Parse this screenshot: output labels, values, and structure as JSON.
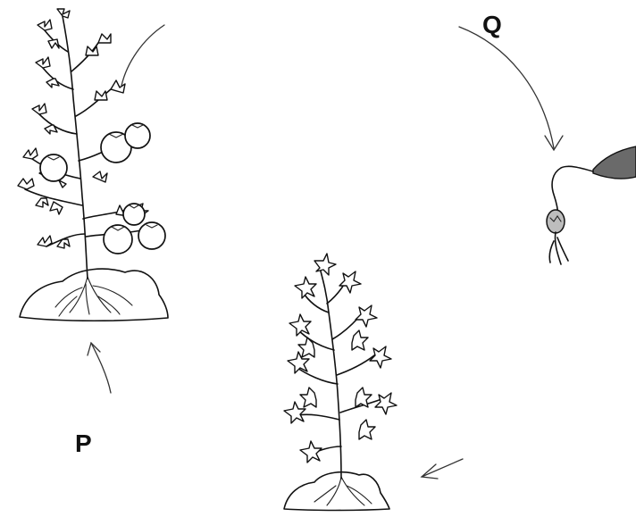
{
  "diagram": {
    "labels": {
      "q": "Q",
      "p": "P"
    },
    "stages": [
      {
        "id": "fruiting-plant",
        "icon": "fruiting-tomato-plant"
      },
      {
        "id": "seedling",
        "icon": "germinating-seed"
      },
      {
        "id": "flowering-plant",
        "icon": "flowering-plant"
      }
    ],
    "colors": {
      "ink": "#111111",
      "seed-leaf": "#6a6a6a",
      "background": "#ffffff"
    }
  }
}
